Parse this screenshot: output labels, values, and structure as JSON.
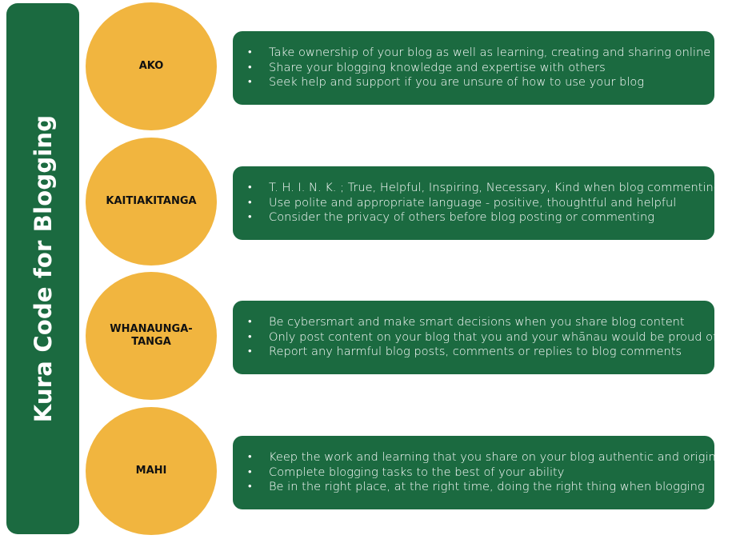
{
  "title": "Kura Code for Blogging",
  "colors": {
    "green": "#1b6a40",
    "gold": "#f1b53f",
    "text_light": "#ffffff",
    "text_dark": "#111111"
  },
  "rows": [
    {
      "label": "AKO",
      "bullets": [
        "Take ownership of your blog as well as learning, creating and sharing online",
        "Share your blogging knowledge and expertise with others",
        "Seek help and support if you are unsure of how to use your blog"
      ]
    },
    {
      "label": "KAITIAKITANGA",
      "bullets": [
        "T. H. I. N. K. ; True, Helpful, Inspiring, Necessary, Kind when blog commenting",
        "Use polite and appropriate language - positive, thoughtful and helpful",
        "Consider the privacy of others before blog posting or commenting"
      ]
    },
    {
      "label": "WHANAUNGA-\nTANGA",
      "bullets": [
        "Be cybersmart and make smart decisions when you share blog content",
        "Only post content on your blog that you and your whānau would be proud of",
        "Report any harmful blog posts, comments or replies to blog comments"
      ]
    },
    {
      "label": "MAHI",
      "bullets": [
        "Keep the work and learning that you share on your blog authentic and original",
        "Complete blogging tasks to the best of your ability",
        "Be in the right place, at the right time, doing the right thing when blogging"
      ]
    }
  ]
}
